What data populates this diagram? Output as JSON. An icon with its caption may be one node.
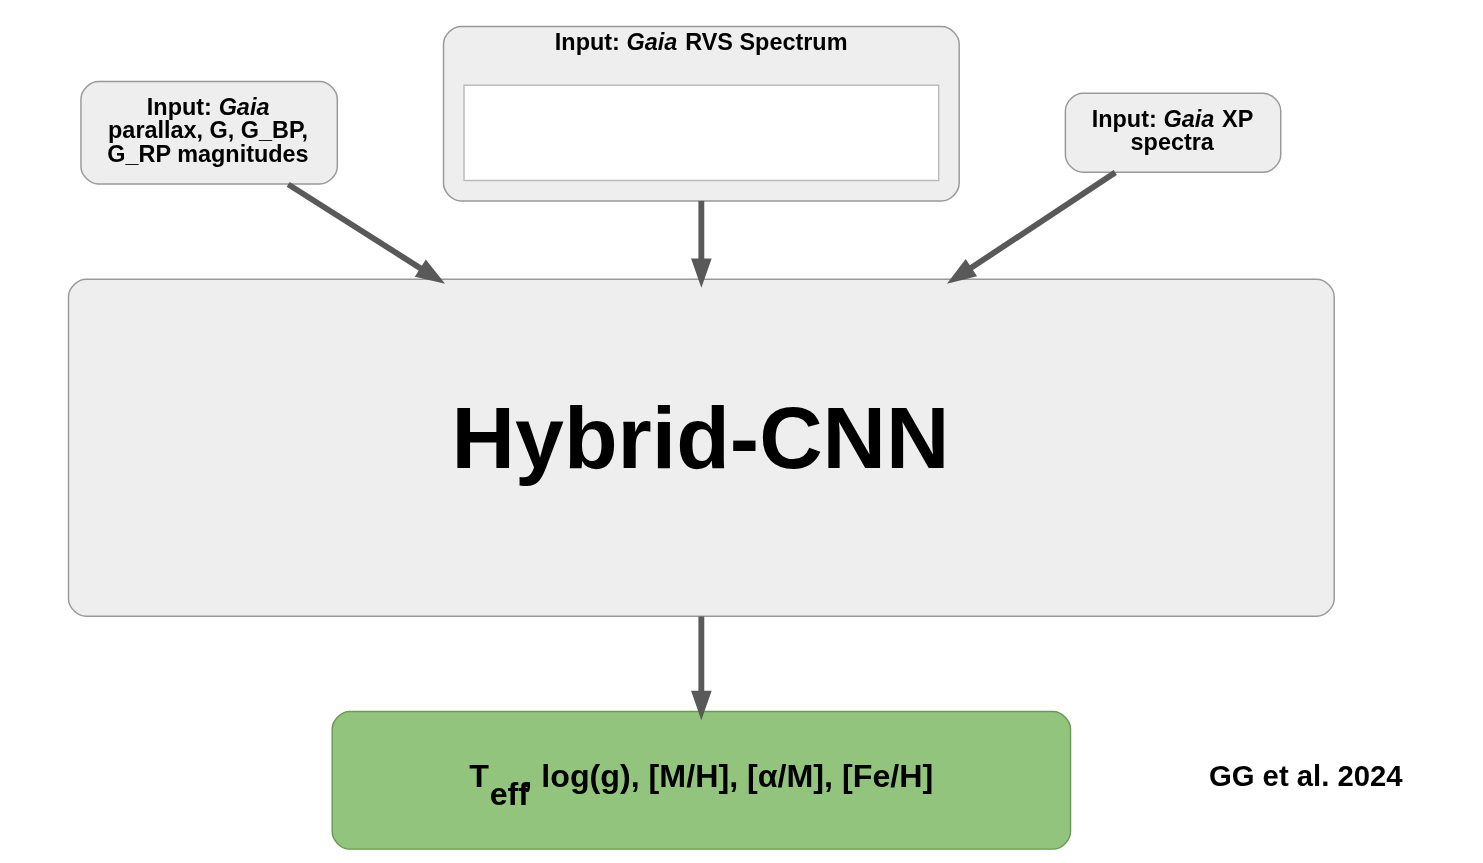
{
  "diagram": {
    "nodes": [
      {
        "text": [
          "Input: *Gaia* parallax, G, G_BP, G_RP magnitudes"
        ]
      },
      {
        "text": [
          "Input: *Gaia* RVS Spectrum"
        ]
      },
      {
        "text": [],
        "shape": "box",
        "in": 1
      },
      {
        "text": [
          "Input: *Gaia* XP spectra"
        ]
      },
      {
        "text": [
          "Hybrid-CNN"
        ]
      },
      {
        "text": [
          "T$_{eff}$, log(g), [M/H], [α/M], [Fe/H]"
        ]
      }
    ],
    "edges": [
      {
        "from": 0,
        "to": 4,
        "arrow": "to"
      },
      {
        "from": 1,
        "to": 4,
        "arrow": "to"
      },
      {
        "from": 3,
        "to": 4,
        "arrow": "to"
      },
      {
        "from": 4,
        "to": 5,
        "arrow": "to"
      }
    ],
    "labels": [
      "GG et al. 2024"
    ]
  }
}
